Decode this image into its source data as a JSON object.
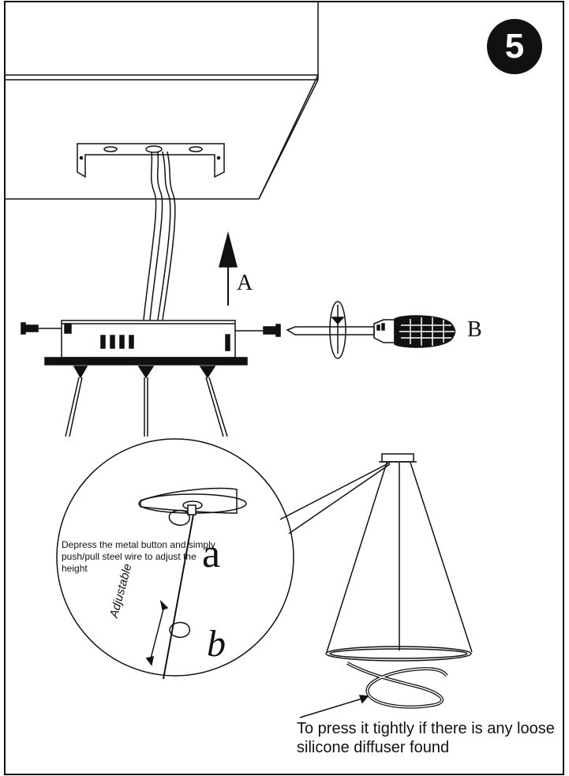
{
  "step_number": "5",
  "labels": {
    "arrow_a": "A",
    "screwdriver_b": "B",
    "detail_a": "a",
    "detail_b": "b"
  },
  "detail": {
    "instruction": "Depress the metal button and simply push/pull steel wire to adjust the height",
    "adjustable": "Adjustable"
  },
  "note": "To press it tightly if there is any loose silicone diffuser found"
}
